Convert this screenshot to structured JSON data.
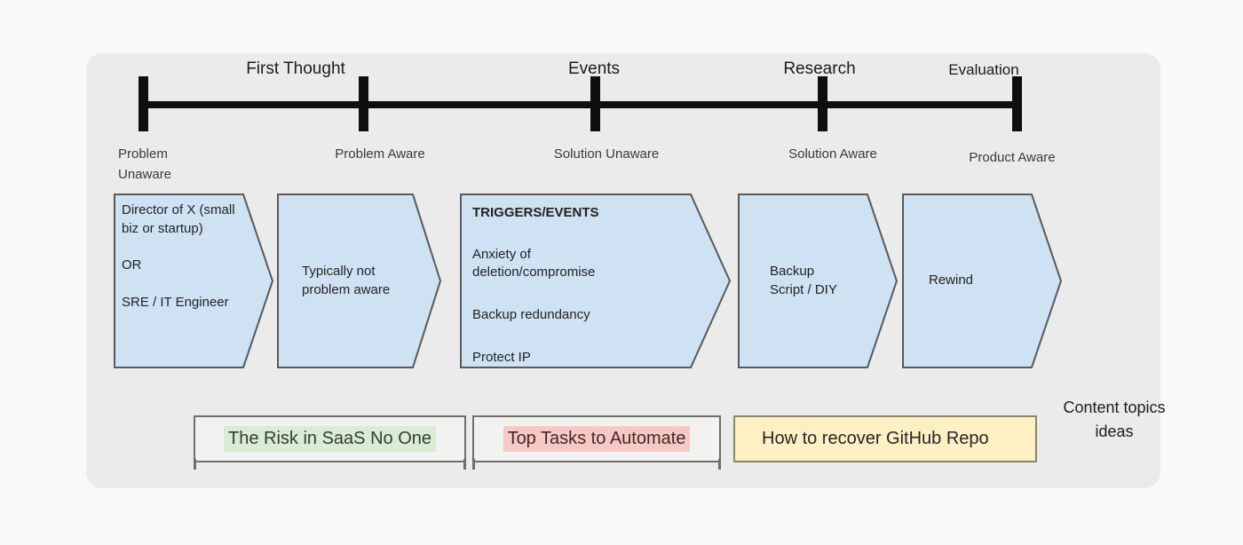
{
  "colors": {
    "page_background": "#f9f9fb",
    "card_background": "#ebebeb",
    "timeline": "#0e0e0e",
    "chevron_fill": "#cfe2f3",
    "chevron_border": "#58595b",
    "idea_border": "#6e6e6e",
    "highlight_green": "#daecd4",
    "highlight_red": "#f6c9c5",
    "yellow_fill": "#fcf0c4",
    "yellow_border": "#8a8666"
  },
  "timeline": {
    "phase_labels": [
      "First Thought",
      "Events",
      "Research",
      "Evaluation"
    ],
    "stage_labels": [
      "Problem Unaware",
      "Problem Aware",
      "Solution Unaware",
      "Solution Aware",
      "Product Aware"
    ]
  },
  "journey": {
    "step1": {
      "line1": "Director of X (small biz or startup)",
      "line2": "OR",
      "line3": "SRE / IT Engineer"
    },
    "step2": {
      "text": "Typically not problem aware"
    },
    "step3": {
      "heading": "TRIGGERS/EVENTS",
      "item1": "Anxiety of deletion/compromise",
      "item2": "Backup redundancy",
      "item3": "Protect IP"
    },
    "step4": {
      "text": "Backup Script / DIY"
    },
    "step5": {
      "text": "Rewind"
    }
  },
  "content_ideas": {
    "item1": "The Risk in SaaS No One",
    "item2": "Top Tasks to Automate",
    "item3": "How to recover GitHub Repo",
    "side_note": "Content topics ideas"
  }
}
